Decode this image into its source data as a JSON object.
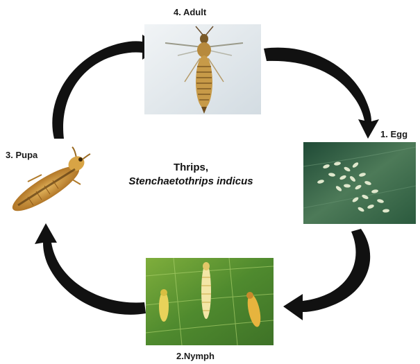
{
  "title": {
    "line1": "Thrips,",
    "line2": "Stenchaetothrips indicus"
  },
  "stages": {
    "egg": "1. Egg",
    "nymph": "2.Nymph",
    "pupa": "3. Pupa",
    "adult": "4. Adult"
  },
  "colors": {
    "arrow": "#111111",
    "leaf_dark": "#2f5a35",
    "leaf_light": "#6f9c3e",
    "insect_amber": "#c98a2c",
    "photo_bg": "#dfe6ea"
  }
}
